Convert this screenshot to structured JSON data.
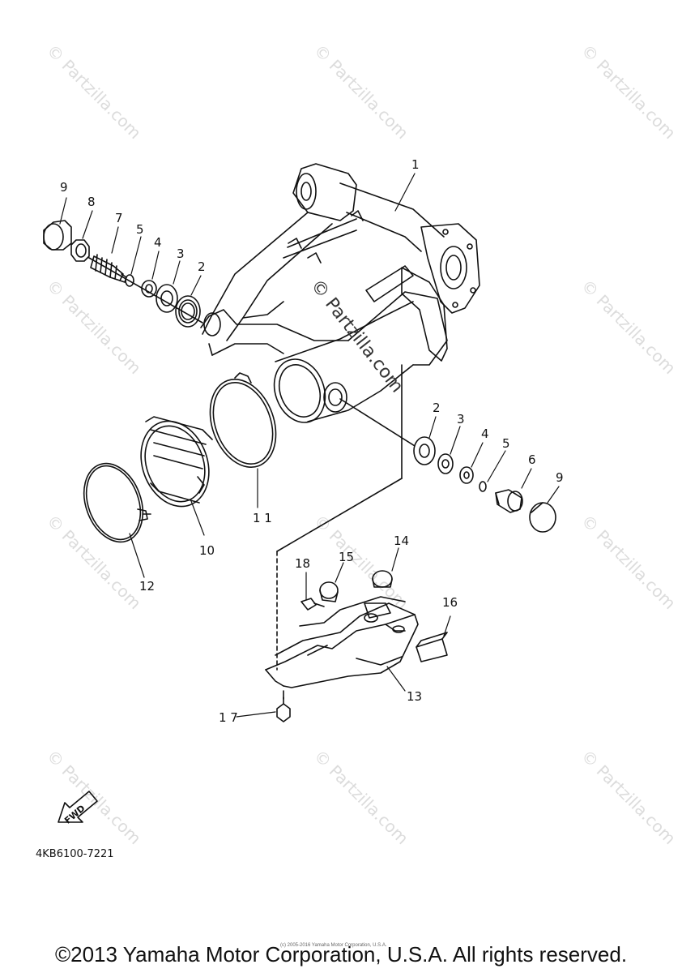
{
  "watermark": "© Partzilla.com",
  "center_watermark": "© Partzilla.com",
  "callouts": {
    "p1": "1",
    "p2a": "2",
    "p3a": "3",
    "p4a": "4",
    "p5a": "5",
    "p7": "7",
    "p8": "8",
    "p9a": "9",
    "p2b": "2",
    "p3b": "3",
    "p4b": "4",
    "p5b": "5",
    "p6": "6",
    "p9b": "9",
    "p10": "10",
    "p11": "1 1",
    "p12": "12",
    "p13": "13",
    "p14": "14",
    "p15": "15",
    "p16": "16",
    "p17": "1 7",
    "p18": "18"
  },
  "fwd_label": "FWD",
  "figure_code": "4KB6100-7221",
  "fine_print": "(c) 2005-2016 Yamaha Motor Corporation, U.S.A.",
  "copyright": "©2013 Yamaha Motor Corporation, U.S.A. All rights reserved.",
  "colors": {
    "line": "#111111",
    "watermark": "#dcdcdc"
  }
}
